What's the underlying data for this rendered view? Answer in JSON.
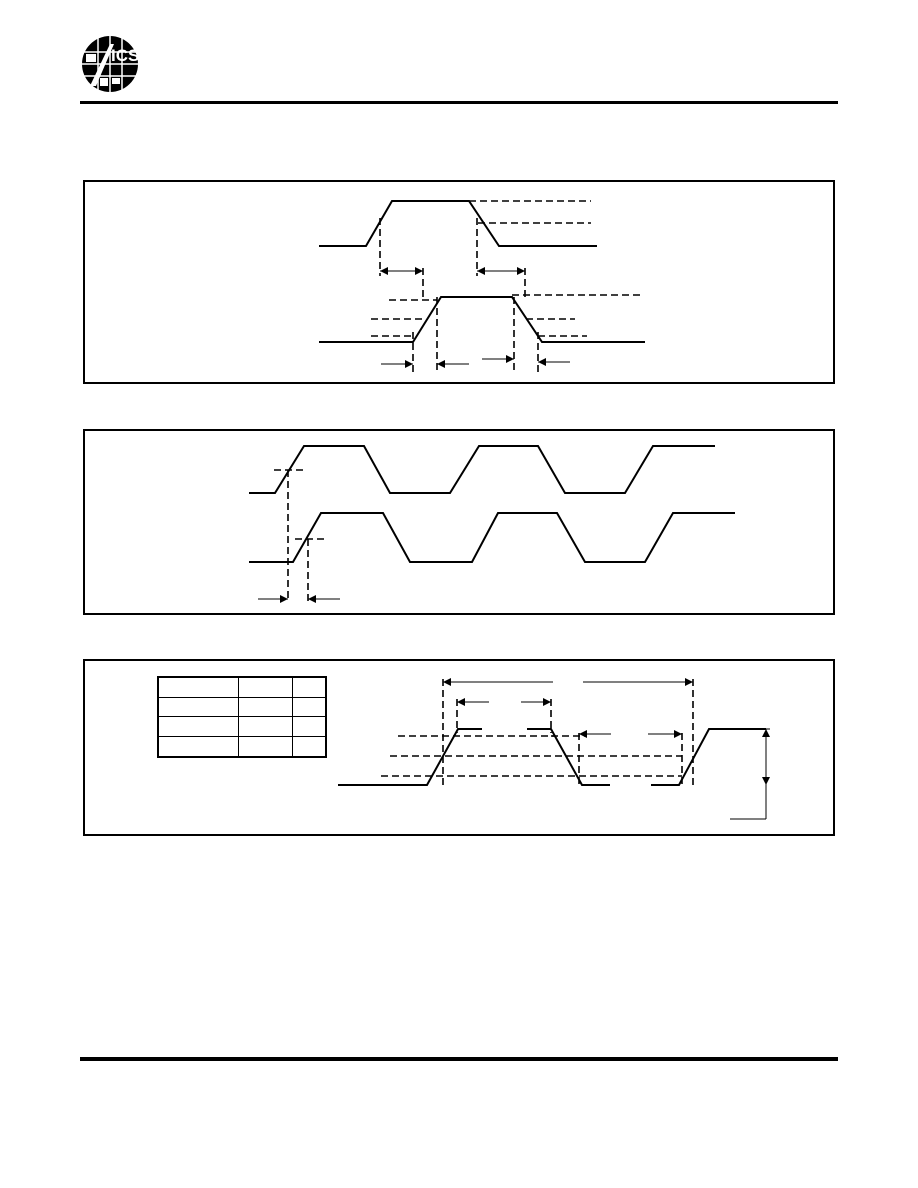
{
  "header": {
    "logo": {
      "text": "ICS",
      "icon": "ics-logo-icon"
    }
  },
  "figures": {
    "panel_1": {
      "description_visible_text": ""
    },
    "panel_2": {
      "description_visible_text": ""
    },
    "panel_3": {
      "table": {
        "columns": 3,
        "rows": 4
      }
    }
  }
}
